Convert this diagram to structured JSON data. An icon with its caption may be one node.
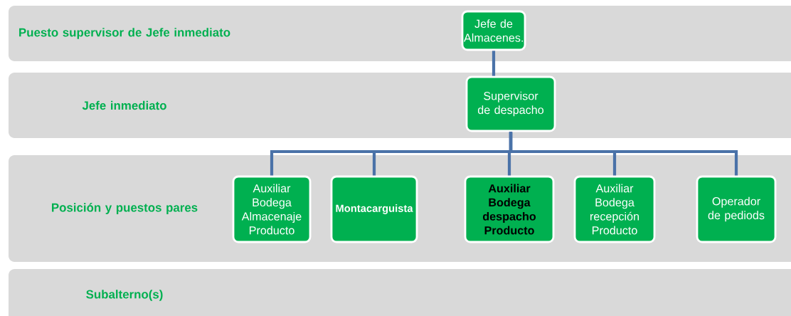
{
  "diagram": {
    "nodes": [
      {
        "text": [
          "Puesto supervisor de Jefe inmediato"
        ]
      },
      {
        "text": [
          "Jefe inmediato"
        ]
      },
      {
        "text": [
          "Posición y puestos pares"
        ]
      },
      {
        "text": [
          "Subalterno(s)"
        ]
      },
      {
        "text": [
          "Jefe de Almacenes."
        ],
        "in": 0
      },
      {
        "text": [
          "Supervisor de despacho"
        ],
        "in": 1
      },
      {
        "text": [
          "Auxiliar Bodega Almacenaje Producto"
        ],
        "in": 2
      },
      {
        "text": [
          "Montacarguista"
        ],
        "in": 2
      },
      {
        "text": [
          "Auxiliar Bodega despacho Producto"
        ],
        "in": 2
      },
      {
        "text": [
          "Auxiliar Bodega recepción Producto"
        ],
        "in": 2
      },
      {
        "text": [
          "Operador de pediods"
        ],
        "in": 2
      }
    ],
    "edges": [
      {
        "from": 4,
        "to": 5,
        "arrow": "none"
      },
      {
        "from": 5,
        "to": 6,
        "arrow": "none"
      },
      {
        "from": 5,
        "to": 7,
        "arrow": "none"
      },
      {
        "from": 5,
        "to": 8,
        "arrow": "none"
      },
      {
        "from": 5,
        "to": 9,
        "arrow": "none"
      },
      {
        "from": 5,
        "to": 10,
        "arrow": "none"
      }
    ]
  }
}
